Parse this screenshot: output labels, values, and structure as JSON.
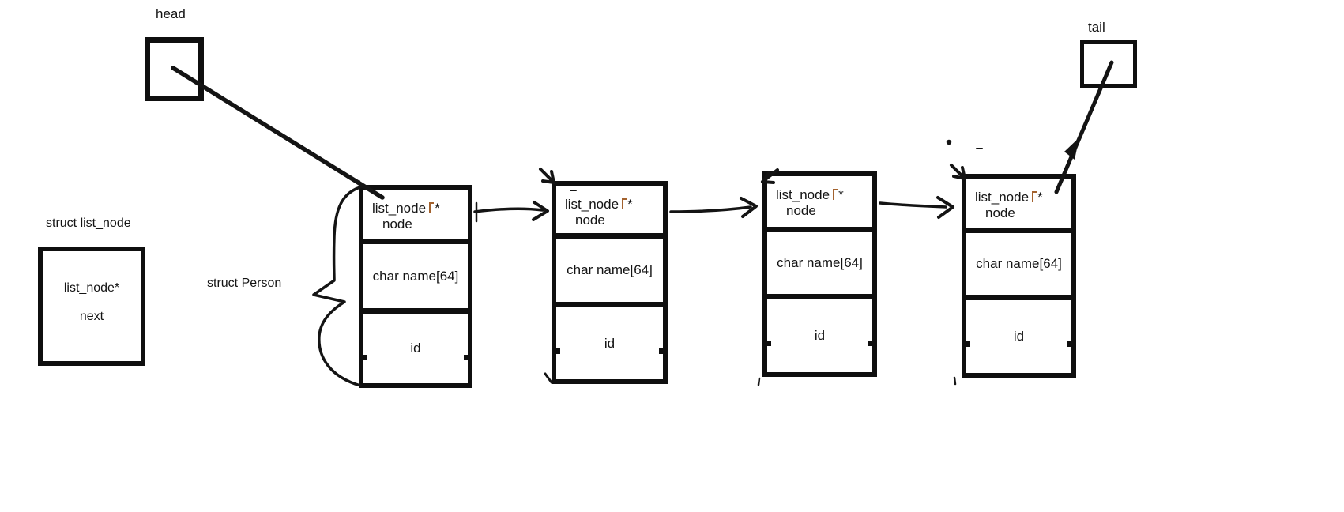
{
  "canvas": {
    "background": "#ffffff",
    "ink_color": "#141414",
    "cursor_artifact_color": "#a3622e"
  },
  "labels": {
    "head": "head",
    "tail": "tail",
    "struct_list_node": "struct list_node",
    "struct_person": "struct Person"
  },
  "struct_box": {
    "type_line": "list_node*",
    "field_line": "next"
  },
  "nodes": [
    {
      "pointer_type": "list_node",
      "pointer_star": "*",
      "pointer_name": "node",
      "name_field": "char name[64]",
      "id_field": "id"
    },
    {
      "pointer_type": "list_node",
      "pointer_star": "*",
      "pointer_name": "node",
      "name_field": "char name[64]",
      "id_field": "id"
    },
    {
      "pointer_type": "list_node",
      "pointer_star": "*",
      "pointer_name": "node",
      "name_field": "char name[64]",
      "id_field": "id"
    },
    {
      "pointer_type": "list_node",
      "pointer_star": "*",
      "pointer_name": "node",
      "name_field": "char name[64]",
      "id_field": "id"
    }
  ]
}
